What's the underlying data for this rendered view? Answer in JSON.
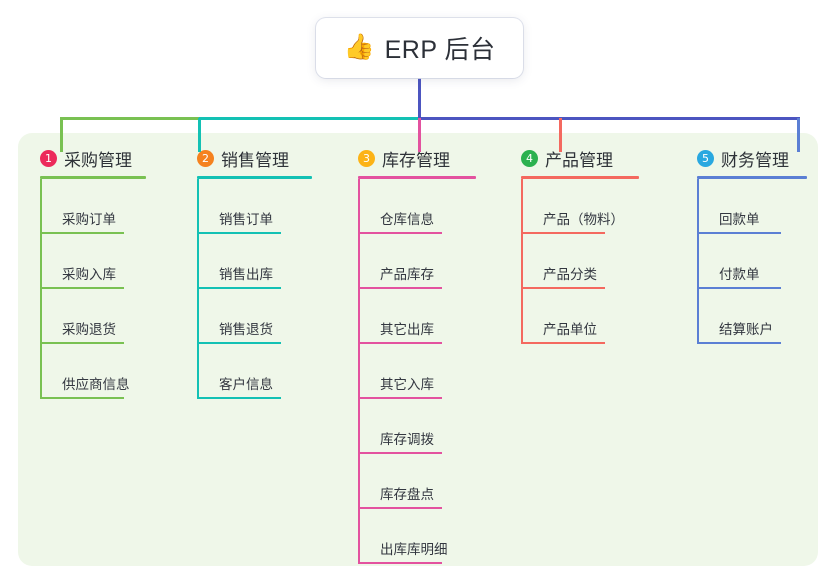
{
  "root": {
    "icon": "thumbs-up-emoji",
    "icon_glyph": "👍",
    "title": "ERP 后台"
  },
  "palette": {
    "panel_background": "#eff7e9",
    "page_background": "#ffffff",
    "root_stem": "#4c55c0",
    "text": "#2e3238"
  },
  "columns": [
    {
      "number": "1",
      "title": "采购管理",
      "badge_color": "#ec2a5b",
      "line_color": "#79c152",
      "connector_color": "#79c152",
      "items": [
        "采购订单",
        "采购入库",
        "采购退货",
        "供应商信息"
      ]
    },
    {
      "number": "2",
      "title": "销售管理",
      "badge_color": "#f5821f",
      "line_color": "#13c1b4",
      "connector_color": "#13c1b4",
      "items": [
        "销售订单",
        "销售出库",
        "销售退货",
        "客户信息"
      ]
    },
    {
      "number": "3",
      "title": "库存管理",
      "badge_color": "#fcb317",
      "line_color": "#e3529f",
      "connector_color": "#e3529f",
      "items": [
        "仓库信息",
        "产品库存",
        "其它出库",
        "其它入库",
        "库存调拨",
        "库存盘点",
        "出库库明细"
      ]
    },
    {
      "number": "4",
      "title": "产品管理",
      "badge_color": "#2bb14f",
      "line_color": "#f4695f",
      "connector_color": "#f4695f",
      "items": [
        "产品（物料）",
        "产品分类",
        "产品单位"
      ]
    },
    {
      "number": "5",
      "title": "财务管理",
      "badge_color": "#29a8e0",
      "line_color": "#5b7fd4",
      "connector_color": "#5b7fd4",
      "items": [
        "回款单",
        "付款单",
        "结算账户"
      ]
    }
  ]
}
